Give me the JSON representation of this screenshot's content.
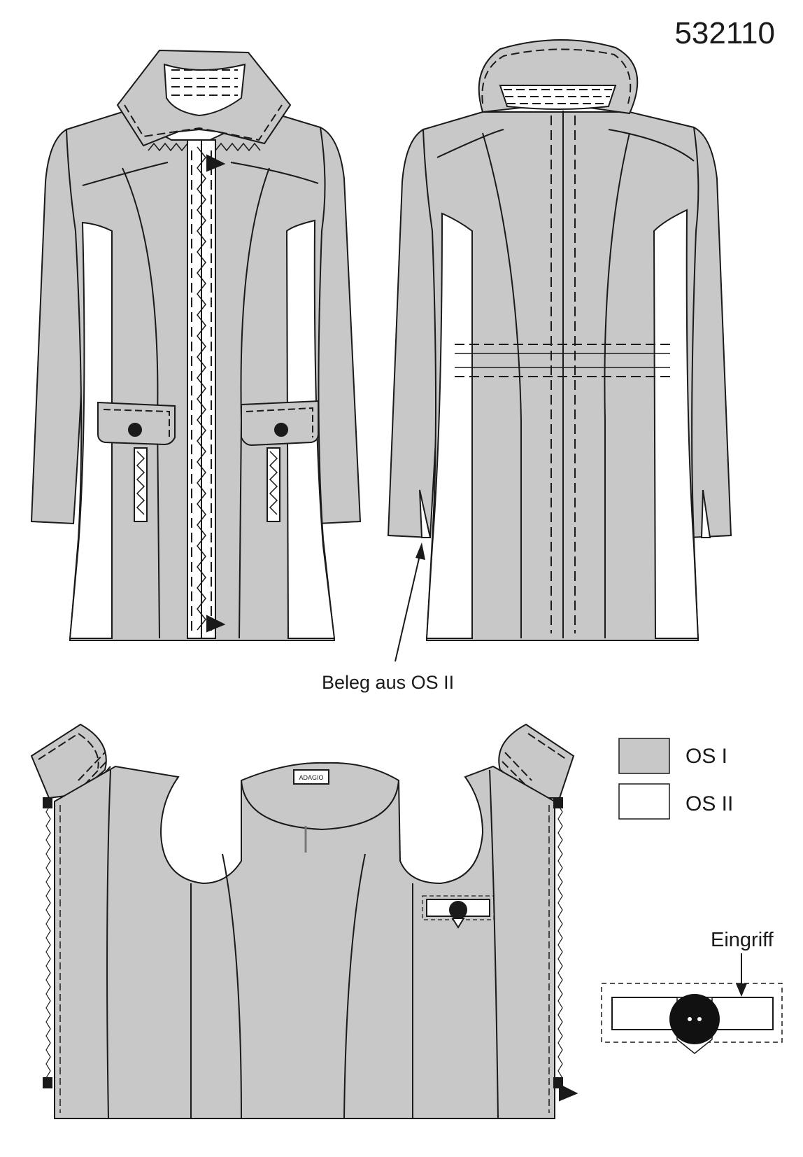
{
  "article_number": "532110",
  "annotations": {
    "facing_note": "Beleg aus OS II",
    "opening_note": "Eingriff"
  },
  "legend": [
    {
      "label": "OS I",
      "color": "#c8c8c8"
    },
    {
      "label": "OS II",
      "color": "#ffffff"
    }
  ],
  "brand_label": "ADAGIO",
  "colors": {
    "fabric_os1": "#c8c8c8",
    "fabric_os2": "#ffffff",
    "line": "#1a1a1a"
  }
}
